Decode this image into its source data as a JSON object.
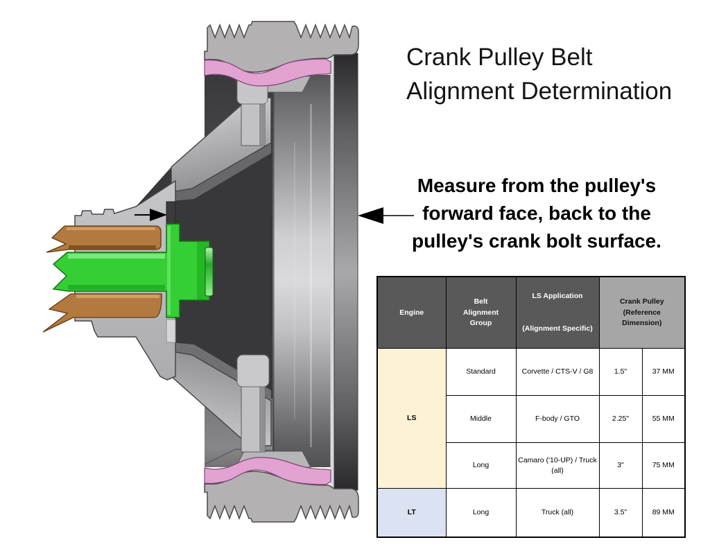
{
  "title": {
    "line1": "Crank Pulley Belt",
    "line2": "Alignment Determination"
  },
  "callout": {
    "text": "Measure from the pulley's\nforward face, back to the\npulley's crank bolt surface."
  },
  "table": {
    "header": {
      "engine": "Engine",
      "belt_group": "Belt\nAlignment\nGroup",
      "application_line1": "LS Application",
      "application_line2": "(Alignment Specific)",
      "crank_pulley": "Crank Pulley (Reference\nDimension)"
    },
    "rows": [
      {
        "engine": "LS",
        "group": "Standard",
        "application": "Corvette / CTS-V / G8",
        "inches": "1.5\"",
        "mm": "37 MM"
      },
      {
        "group": "Middle",
        "application": "F-body / GTO",
        "inches": "2.25\"",
        "mm": "55 MM"
      },
      {
        "group": "Long",
        "application": "Camaro ('10-UP) / Truck\n(all)",
        "inches": "3\"",
        "mm": "75 MM"
      },
      {
        "engine": "LT",
        "group": "Long",
        "application": "Truck (all)",
        "inches": "3.5\"",
        "mm": "89 MM"
      }
    ]
  },
  "diagram": {
    "colors": {
      "bolt_green": "#35cf35",
      "damper_pink": "#e2a2d2",
      "snout_brown": "#b27a3e",
      "rim_gray": "#b3b1b1",
      "hub_gray": "#bcbcbf",
      "header_dark": "#595959",
      "header_light": "#a6a6a6",
      "ls_row_bg": "#fdf2d4",
      "lt_row_bg": "#dbe2f1"
    }
  }
}
